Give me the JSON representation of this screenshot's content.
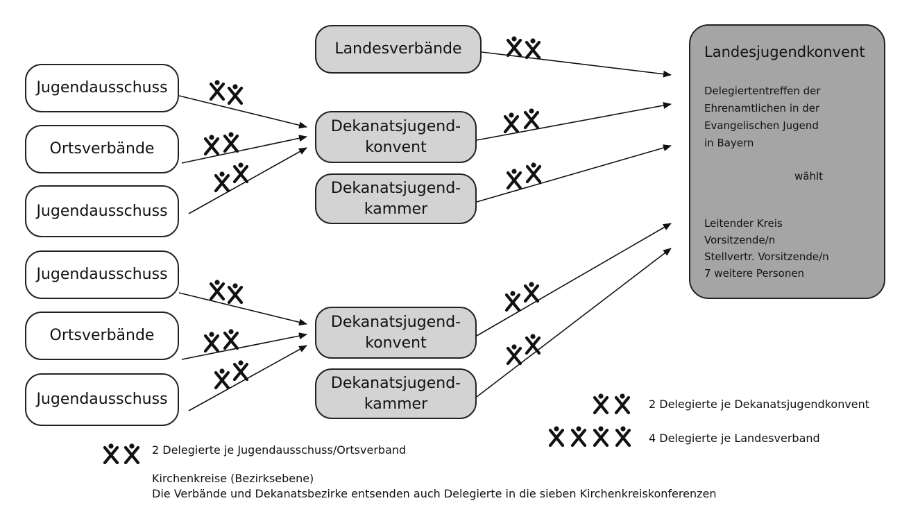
{
  "left_boxes": [
    "Jugendausschuss",
    "Ortsverbände",
    "Jugendausschuss",
    "Jugendausschuss",
    "Ortsverbände",
    "Jugendausschuss"
  ],
  "middle_boxes": [
    {
      "lines": [
        "Landesverbände"
      ]
    },
    {
      "lines": [
        "Dekanatsjugend-",
        "konvent"
      ]
    },
    {
      "lines": [
        "Dekanatsjugend-",
        "kammer"
      ]
    },
    {
      "lines": [
        "Dekanatsjugend-",
        "konvent"
      ]
    },
    {
      "lines": [
        "Dekanatsjugend-",
        "kammer"
      ]
    }
  ],
  "main_box": {
    "title": "Landesjugendkonvent",
    "description": [
      "Delegiertentreffen der",
      "Ehrenamtlichen in der",
      "Evangelischen Jugend",
      "in Bayern"
    ],
    "elects_label": "wählt",
    "leadership": [
      "Leitender Kreis",
      "Vorsitzende/n",
      "Stellvertr. Vorsitzende/n",
      "7 weitere Personen"
    ]
  },
  "legend": {
    "dekanat": "2 Delegierte je Dekanatsjugendkonvent",
    "landesverband": "4 Delegierte je Landesverband",
    "jugendausschuss": "2 Delegierte je Jugendausschuss/Ortsverband"
  },
  "footnote": {
    "title": "Kirchenkreise (Bezirksebene)",
    "text": "Die Verbände und Dekanatsbezirke entsenden auch Delegierte in die sieben Kirchenkreiskonferenzen"
  },
  "colors": {
    "grey_box": "#d3d3d3",
    "main_box": "#a5a5a5",
    "line": "#111111"
  },
  "icon": "delegate-figure-icon"
}
